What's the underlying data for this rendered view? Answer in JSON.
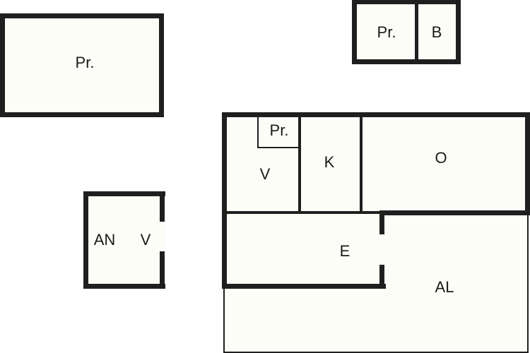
{
  "plan": {
    "rooms": [
      {
        "id": "pr-top-left",
        "label": "Pr."
      },
      {
        "id": "pr-top-right",
        "label": "Pr."
      },
      {
        "id": "b-top-right",
        "label": "B"
      },
      {
        "id": "an",
        "label": "AN"
      },
      {
        "id": "an-v",
        "label": "V"
      },
      {
        "id": "pr-small",
        "label": "Pr."
      },
      {
        "id": "v-main",
        "label": "V"
      },
      {
        "id": "k",
        "label": "K"
      },
      {
        "id": "o",
        "label": "O"
      },
      {
        "id": "e",
        "label": "E"
      },
      {
        "id": "al",
        "label": "AL"
      }
    ],
    "colors": {
      "wall": "#1f1f1f",
      "floor": "#fdfdf8",
      "background": "#ffffff"
    }
  }
}
